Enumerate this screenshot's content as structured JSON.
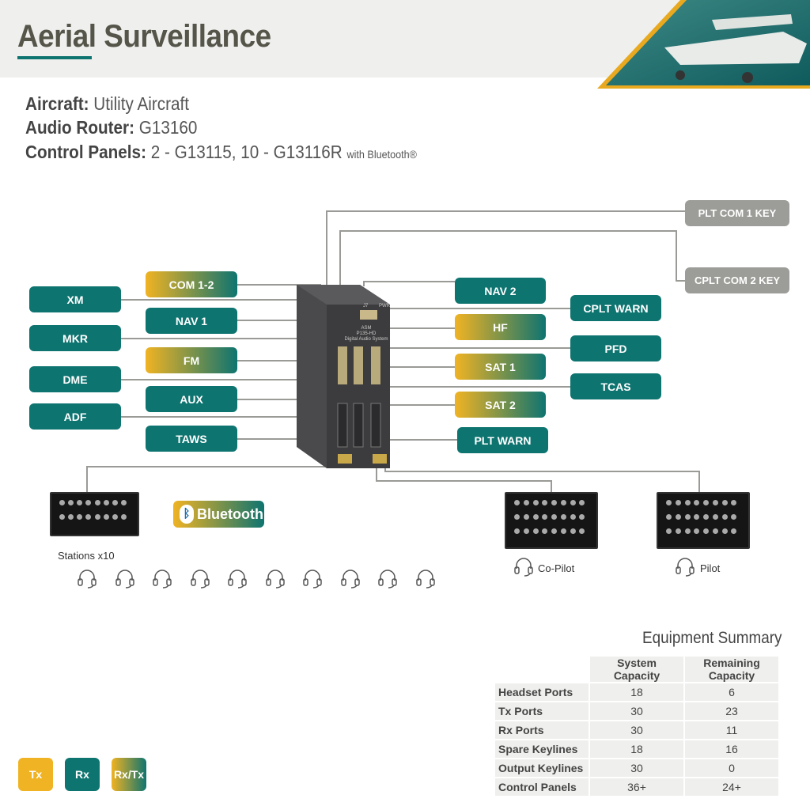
{
  "header": {
    "title": "Aerial Surveillance"
  },
  "info": {
    "aircraft_label": "Aircraft:",
    "aircraft": "Utility Aircraft",
    "router_label": "Audio Router:",
    "router": "G13160",
    "panels_label": "Control Panels:",
    "panels": "2 - G13115, 10 - G13116R",
    "panels_suffix": "with Bluetooth®"
  },
  "device": {
    "brand": "ASM",
    "model": "P135-HD",
    "desc": "Digital Audio System",
    "j7": "J7",
    "pwr": "PWR"
  },
  "left_outer": [
    "XM",
    "MKR",
    "DME",
    "ADF"
  ],
  "left_inner": [
    "COM 1-2",
    "NAV 1",
    "FM",
    "AUX",
    "TAWS"
  ],
  "right_inner": [
    "NAV 2",
    "HF",
    "SAT 1",
    "SAT 2",
    "PLT WARN"
  ],
  "right_outer": [
    "CPLT WARN",
    "PFD",
    "TCAS"
  ],
  "keys": [
    "PLT COM 1 KEY",
    "CPLT COM 2 KEY"
  ],
  "bluetooth": "Bluetooth",
  "stations": "Stations x10",
  "copilot": "Co-Pilot",
  "pilot": "Pilot",
  "summary": {
    "title": "Equipment Summary",
    "headers": [
      "System Capacity",
      "Remaining Capacity"
    ],
    "rows": [
      [
        "Headset Ports",
        "18",
        "6"
      ],
      [
        "Tx Ports",
        "30",
        "23"
      ],
      [
        "Rx Ports",
        "30",
        "11"
      ],
      [
        "Spare Keylines",
        "18",
        "16"
      ],
      [
        "Output Keylines",
        "30",
        "0"
      ],
      [
        "Control Panels",
        "36+",
        "24+"
      ]
    ]
  },
  "legend": [
    "Tx",
    "Rx",
    "Rx/Tx"
  ],
  "colors": {
    "teal": "#0e7470",
    "gold": "#f0b323",
    "gray": "#9c9c98"
  }
}
